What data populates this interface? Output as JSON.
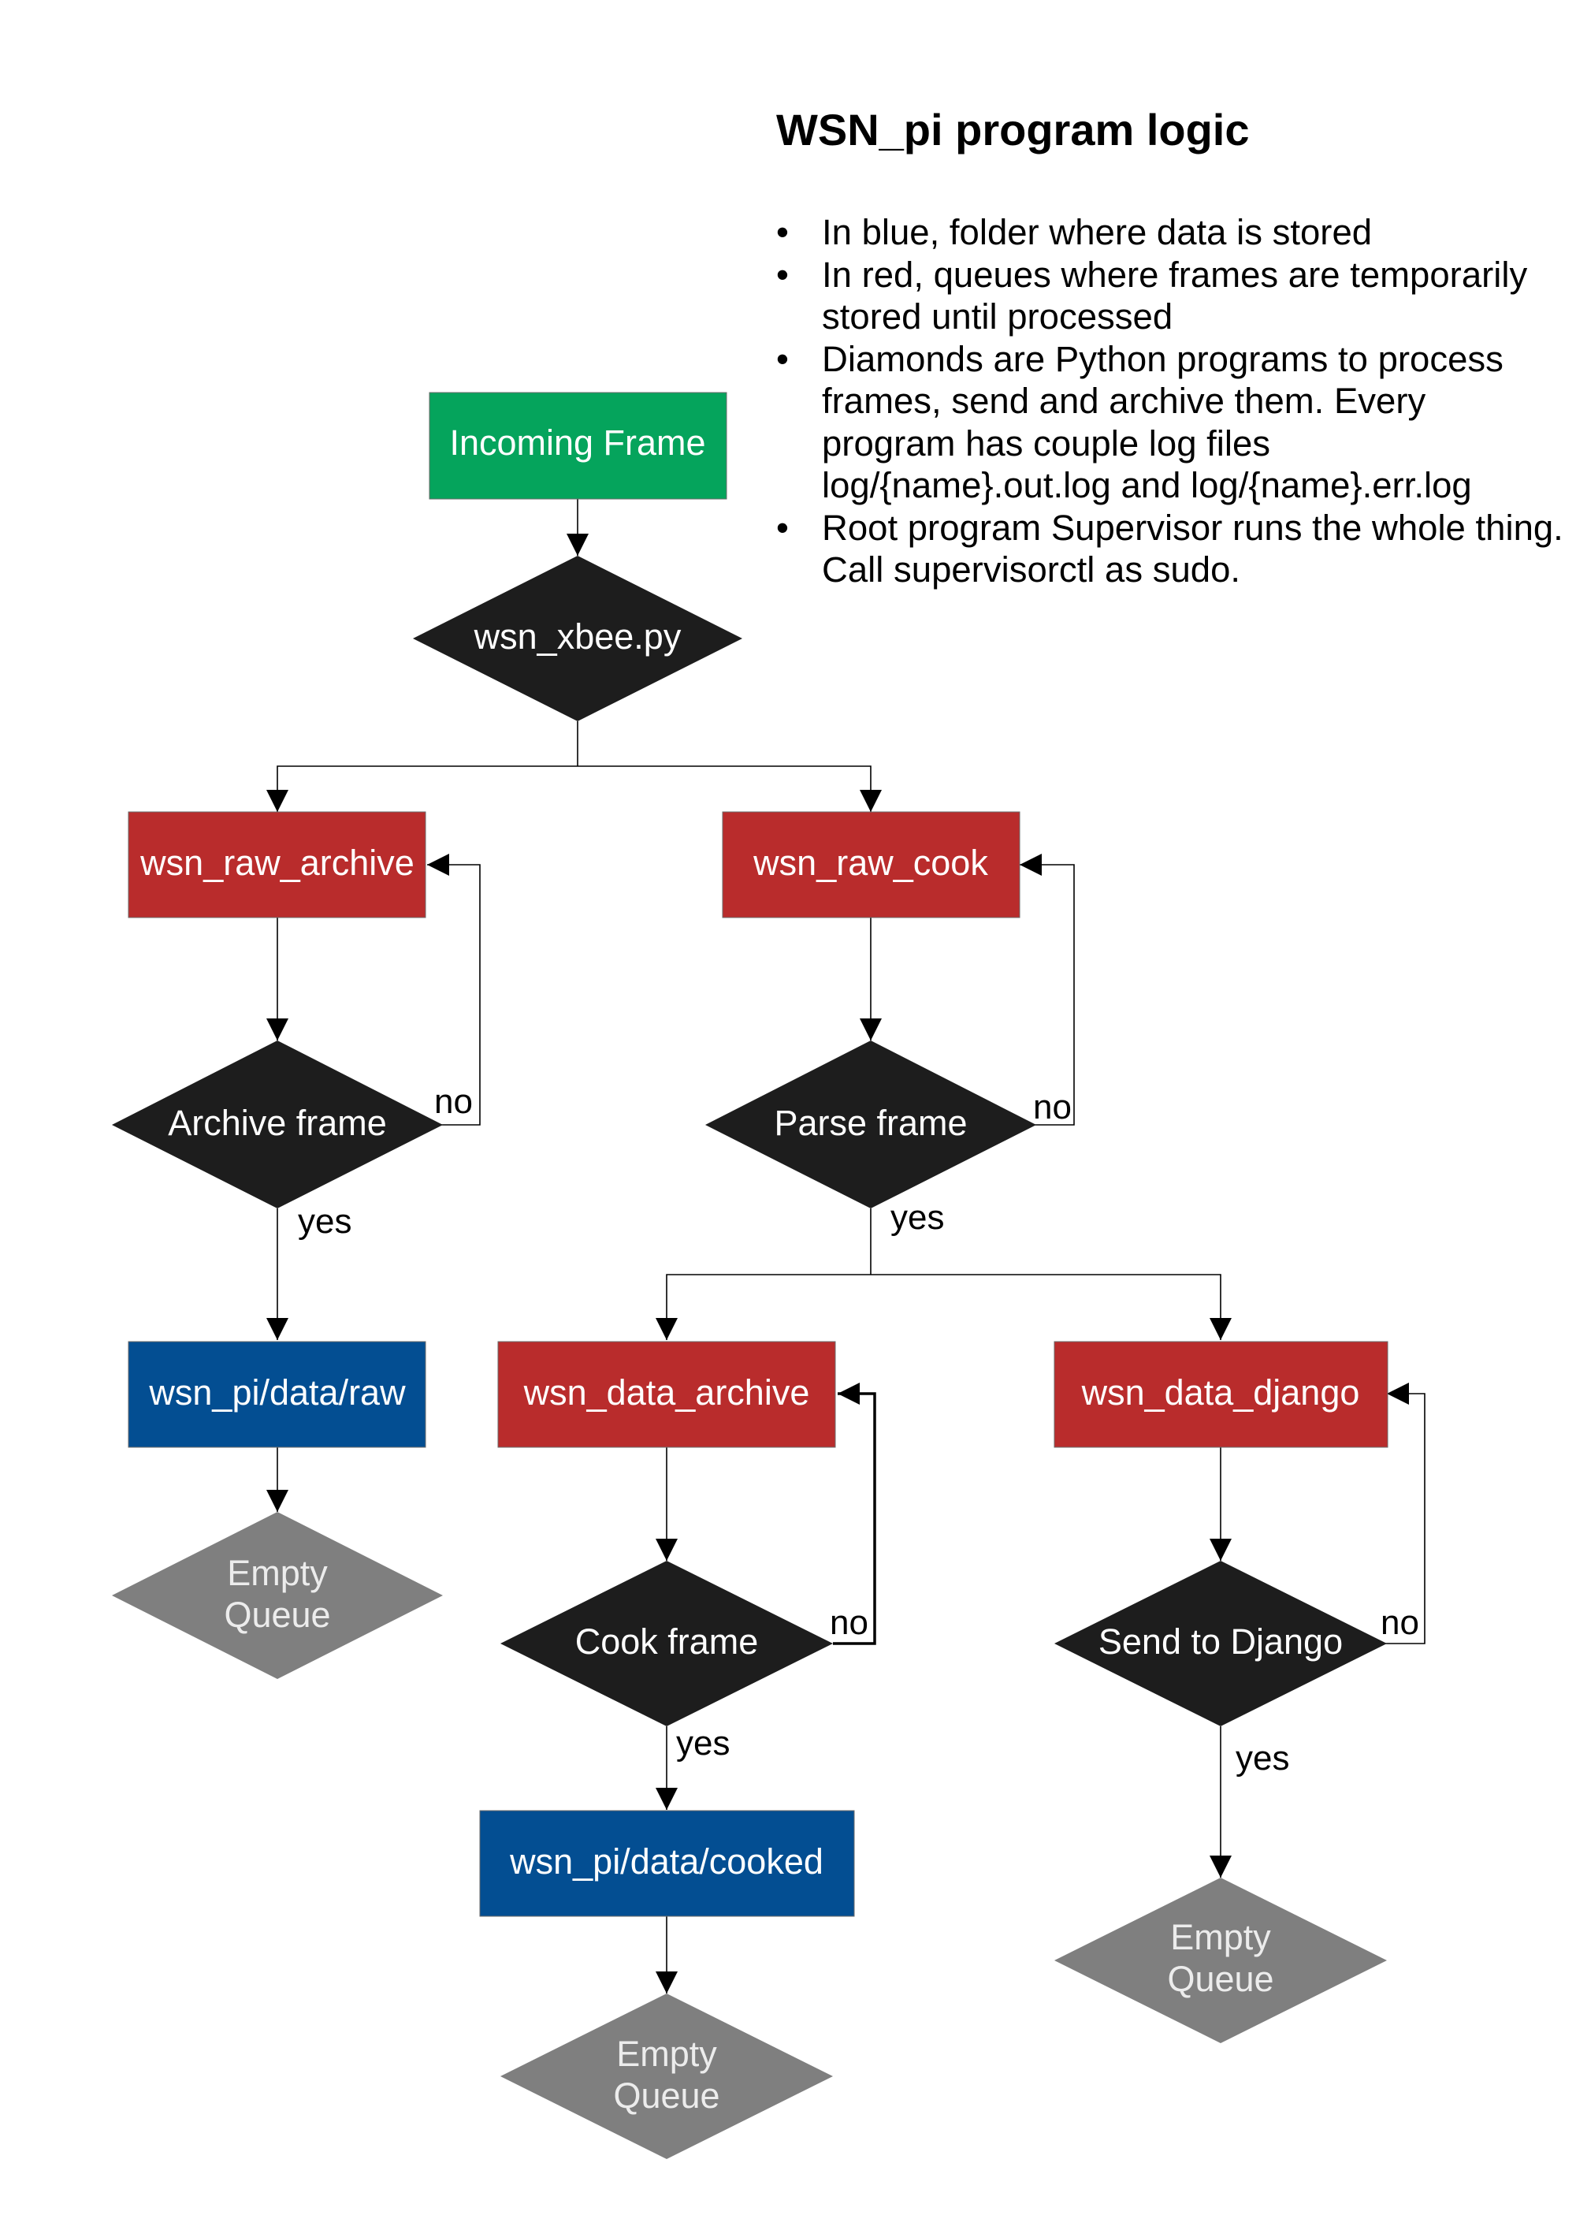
{
  "title": "WSN_pi program logic",
  "legend": [
    "In blue, folder where data is stored",
    "In red, queues where frames are temporarily stored until processed",
    "Diamonds are Python programs to process frames, send and archive them. Every program has couple log files log/{name}.out.log and log/{name}.err.log",
    "Root program Supervisor runs the whole thing. Call supervisorctl as sudo."
  ],
  "colors": {
    "green": "#05a45c",
    "red": "#b92c2c",
    "blue": "#034e92",
    "black": "#1d1d1d",
    "grey": "#7f7f7f"
  },
  "nodes": {
    "incoming_frame": "Incoming Frame",
    "wsn_xbee": "wsn_xbee.py",
    "wsn_raw_archive": "wsn_raw_archive",
    "wsn_raw_cook": "wsn_raw_cook",
    "archive_frame": "Archive frame",
    "parse_frame": "Parse frame",
    "data_raw": "wsn_pi/data/raw",
    "wsn_data_archive": "wsn_data_archive",
    "wsn_data_django": "wsn_data_django",
    "empty_queue_1": [
      "Empty",
      "Queue"
    ],
    "cook_frame": "Cook frame",
    "send_to_django": "Send to Django",
    "data_cooked": "wsn_pi/data/cooked",
    "empty_queue_2": [
      "Empty",
      "Queue"
    ],
    "empty_queue_3": [
      "Empty",
      "Queue"
    ]
  },
  "edge_labels": {
    "no": "no",
    "yes": "yes"
  }
}
